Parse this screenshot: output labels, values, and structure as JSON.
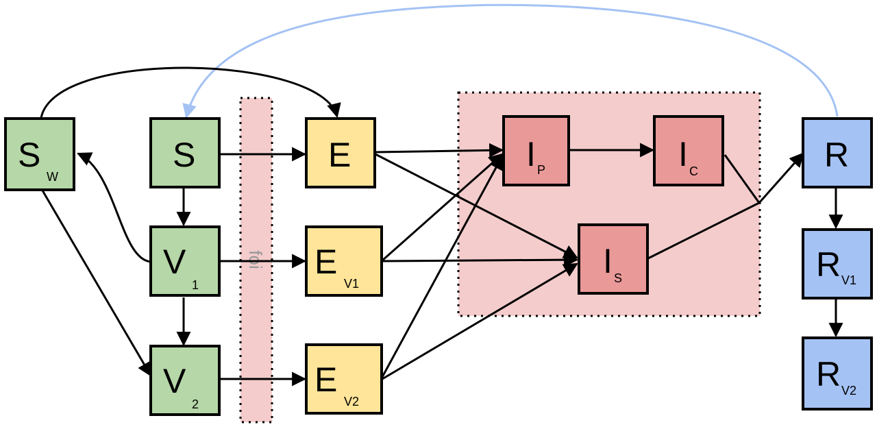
{
  "colors": {
    "susceptible": "#b6d7a8",
    "exposed": "#ffe599",
    "infected": "#ea9999",
    "recovered": "#a4c2f4",
    "infected_region": "#f4cccc",
    "foi_band": "#f4cccc",
    "waning_arrow": "#a4c2f4"
  },
  "foi_label": "foi",
  "nodes": [
    {
      "id": "Sw",
      "main": "S",
      "sub": "W"
    },
    {
      "id": "S",
      "main": "S",
      "sub": ""
    },
    {
      "id": "V1",
      "main": "V",
      "sub": "1"
    },
    {
      "id": "V2",
      "main": "V",
      "sub": "2"
    },
    {
      "id": "E",
      "main": "E",
      "sub": ""
    },
    {
      "id": "EV1",
      "main": "E",
      "sub": "V1"
    },
    {
      "id": "EV2",
      "main": "E",
      "sub": "V2"
    },
    {
      "id": "IP",
      "main": "I",
      "sub": "P"
    },
    {
      "id": "IC",
      "main": "I",
      "sub": "C"
    },
    {
      "id": "IS",
      "main": "I",
      "sub": "S"
    },
    {
      "id": "R",
      "main": "R",
      "sub": ""
    },
    {
      "id": "RV1",
      "main": "R",
      "sub": "V1"
    },
    {
      "id": "RV2",
      "main": "R",
      "sub": "V2"
    }
  ]
}
